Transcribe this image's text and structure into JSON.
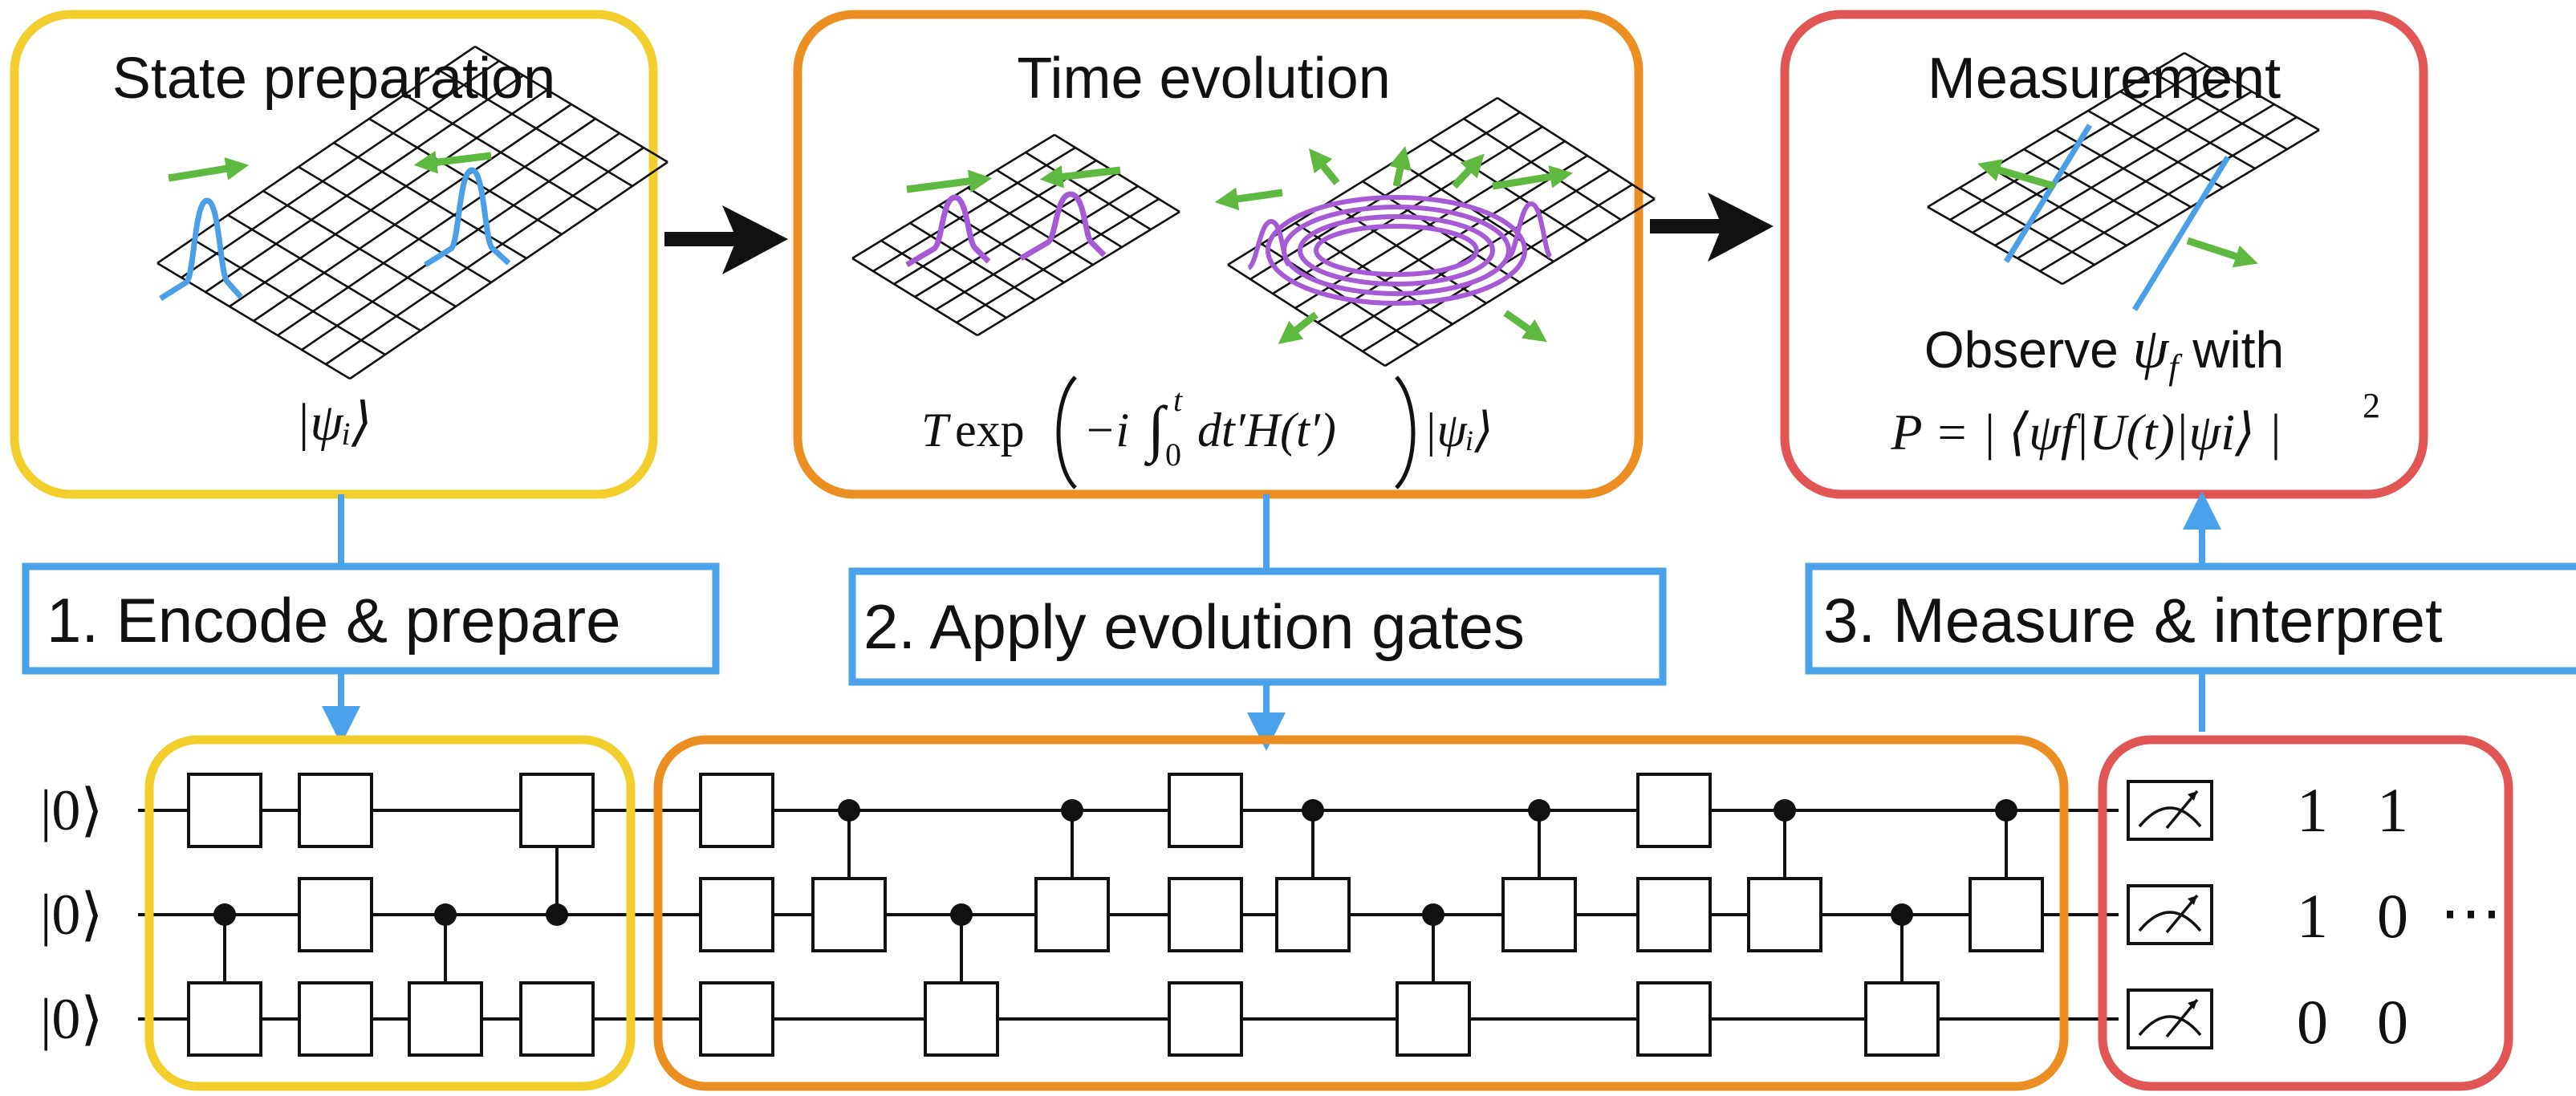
{
  "colors": {
    "yellow": "#f2cf2c",
    "orange": "#ec8f22",
    "red": "#e25555",
    "blue": "#4aa2ea",
    "wave_blue": "#4a9fe6",
    "wave_purple": "#a65ad6",
    "arrow_green": "#5fb83f"
  },
  "panels": {
    "state_prep": {
      "title": "State preparation",
      "ket": "|ψᵢ⟩"
    },
    "time_evolution": {
      "title": "Time evolution",
      "formula_T": "T",
      "formula_exp": "exp",
      "formula_minus_i": "−i",
      "formula_integral": "∫",
      "formula_upper": "t",
      "formula_lower": "0",
      "formula_body": "dt′H(t′)",
      "formula_ket": "|ψᵢ⟩"
    },
    "measurement": {
      "title": "Measurement",
      "observe_text": "Observe",
      "observe_psi": "ψ",
      "observe_sub": "f",
      "observe_with": "with",
      "prob_formula": "P = | ⟨ψf|U(t)|ψi⟩ |",
      "prob_exponent": "2"
    }
  },
  "steps": [
    {
      "label": "1.  Encode & prepare"
    },
    {
      "label": "2.  Apply evolution gates"
    },
    {
      "label": "3.  Measure & interpret"
    }
  ],
  "circuit": {
    "qubit_labels": [
      "|0⟩",
      "|0⟩",
      "|0⟩"
    ],
    "results": {
      "row1": [
        "1",
        "1"
      ],
      "row2": [
        "1",
        "0"
      ],
      "row3": [
        "0",
        "0"
      ],
      "ellipsis": "⋯"
    }
  }
}
